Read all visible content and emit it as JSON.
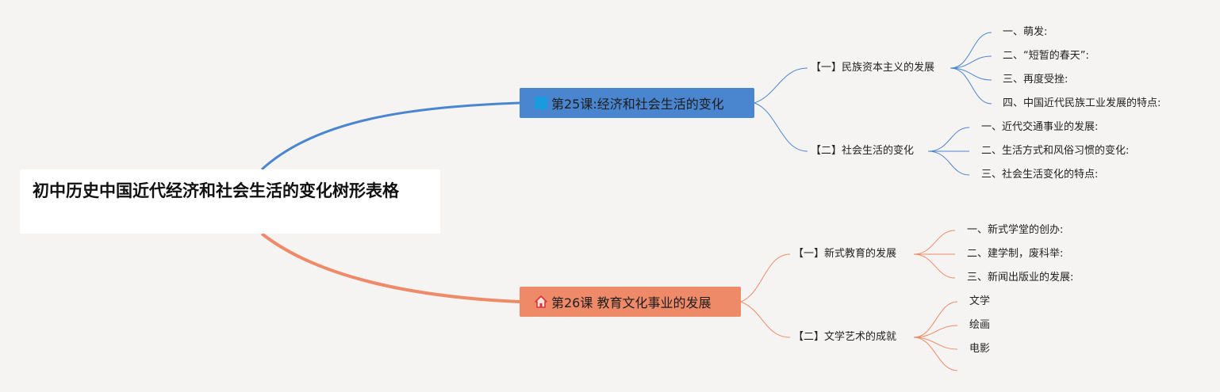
{
  "root": {
    "title": "初中历史中国近代经济和社会生活的变化树形表格"
  },
  "colors": {
    "blue_branch": "#4a86cf",
    "orange_branch": "#ef8a68",
    "background": "#f6f4f2"
  },
  "topics": [
    {
      "label": "第25课:经济和社会生活的变化",
      "icon": "blue-square-icon",
      "subtopics": [
        {
          "label": "【一】民族资本主义的发展",
          "items": [
            "一、萌发:",
            "二、“短暂的春天”:",
            "三、再度受挫:",
            "四、中国近代民族工业发展的特点:"
          ]
        },
        {
          "label": "【二】社会生活的变化",
          "items": [
            "一、近代交通事业的发展:",
            "二、生活方式和风俗习惯的变化:",
            "三、社会生活变化的特点:"
          ]
        }
      ]
    },
    {
      "label": "第26课 教育文化事业的发展",
      "icon": "house-icon",
      "subtopics": [
        {
          "label": "【一】新式教育的发展",
          "items": [
            "一、新式学堂的创办:",
            "二、建学制，废科举:",
            "三、新闻出版业的发展:"
          ]
        },
        {
          "label": "【二】文学艺术的成就",
          "items": [
            "文学",
            "绘画",
            "电影",
            ""
          ]
        }
      ]
    }
  ]
}
